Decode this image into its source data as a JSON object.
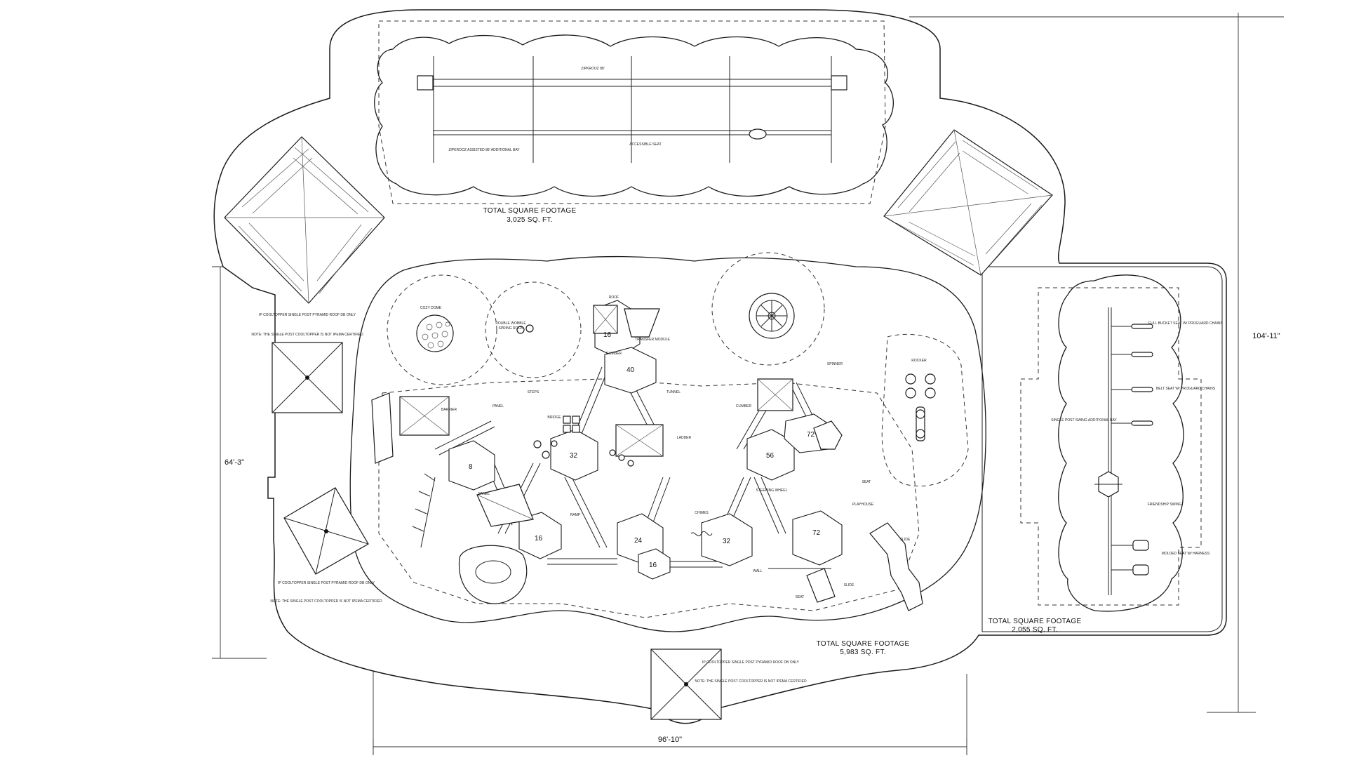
{
  "dimensions": {
    "overall_height": "104'-11\"",
    "playground_height": "64'-3\"",
    "playground_width": "96'-10\""
  },
  "areas": {
    "zipline_line1": "TOTAL SQUARE FOOTAGE",
    "zipline_line2": "3,025 SQ. FT.",
    "main_line1": "TOTAL SQUARE FOOTAGE",
    "main_line2": "5,983 SQ. FT.",
    "swing_line1": "TOTAL SQUARE FOOTAGE",
    "swing_line2": "2,055 SQ. FT."
  },
  "deck_numbers": [
    "16",
    "40",
    "32",
    "56",
    "72",
    "8",
    "24",
    "16",
    "32",
    "72",
    "16"
  ],
  "zipline_labels": [
    "ZIPKROOZ 88'",
    "ZIPKROOZ ASSISTED 88' ADDITIONAL BAY",
    "ACCESSIBLE SEAT"
  ],
  "shade_labels": [
    "IP COOLTOPPER SINGLE POST PYRAMID ROOF DB ONLY",
    "NOTE: THE SINGLE POST COOLTOPPER IS NOT IPEMA CERTIFIED"
  ],
  "swing_labels": [
    "FULL BUCKET SEAT W/ PROGUARD CHAINS",
    "BELT SEAT W/ PROGUARD CHAINS",
    "SINGLE POST SWING ADDITIONAL BAY",
    "FRIENDSHIP SWING",
    "MOLDED SEAT W/ HARNESS"
  ],
  "component_labels": [
    "COZY DOME",
    "SPRING ROCK",
    "DOUBLE WOBBLE",
    "ROOF",
    "CLIMBER",
    "BRIDGE",
    "SLIDE",
    "BARRIER",
    "PANEL",
    "STEPS",
    "LADDER",
    "TUNNEL",
    "CLIMBER",
    "TRANSFER MODULE",
    "SPINNER",
    "ROCKER",
    "SLIDE",
    "PLAYHOUSE",
    "STEERING WHEEL",
    "SEAT",
    "RAMP",
    "PANEL",
    "CHIMES",
    "WALL",
    "SEAT"
  ]
}
